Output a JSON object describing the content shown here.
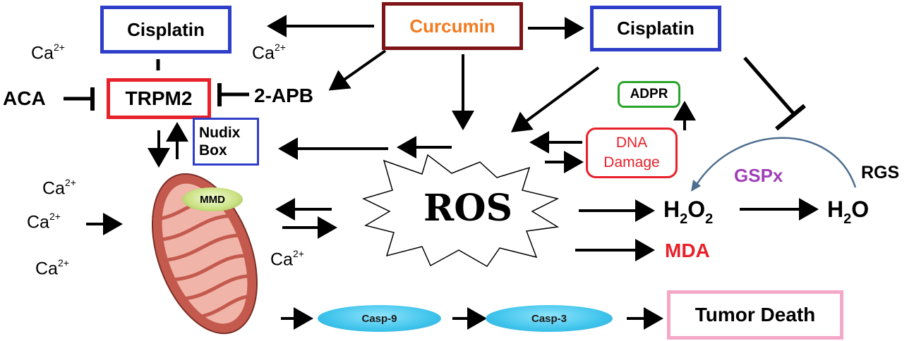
{
  "nodes": {
    "curcumin": "Curcumin",
    "cisplatin_left": "Cisplatin",
    "cisplatin_right": "Cisplatin",
    "trpm2": "TRPM2",
    "aca": "ACA",
    "apb": "2-APB",
    "nudix_line1": "Nudix",
    "nudix_line2": "Box",
    "adpr": "ADPR",
    "dna_line1": "DNA",
    "dna_line2": "Damage",
    "ros": "ROS",
    "gspx": "GSPx",
    "rgs": "RGS",
    "mda": "MDA",
    "mmd": "MMD",
    "casp9": "Casp-9",
    "casp3": "Casp-3",
    "tumor_death": "Tumor Death"
  },
  "ions": {
    "ca_base": "Ca",
    "ca_charge": "2+"
  },
  "molecules": {
    "h2o2_h": "H",
    "h2o2_2a": "2",
    "h2o2_o": "O",
    "h2o2_2b": "2",
    "h2o_h": "H",
    "h2o_2": "2",
    "h2o_o": "O"
  },
  "colors": {
    "curcumin_text": "#f47a20",
    "curcumin_border": "#7f1416",
    "cisplatin_border": "#2e3ec9",
    "trpm2_border": "#e8202a",
    "nudix_border": "#2e3ec9",
    "adpr_border": "#2aa52a",
    "dna_border": "#e8202a",
    "dna_text": "#e8202a",
    "gspx_text": "#a040b8",
    "mda_text": "#e8202a",
    "tumor_border": "#f4a8c8",
    "gspx_arc": "#4d6e90",
    "mitochondrion_outer": "#c45a4e",
    "mitochondrion_inner": "#f0b4a8",
    "casp_fill": "#3fc4ec",
    "mmd_fill": "#c8e080"
  }
}
